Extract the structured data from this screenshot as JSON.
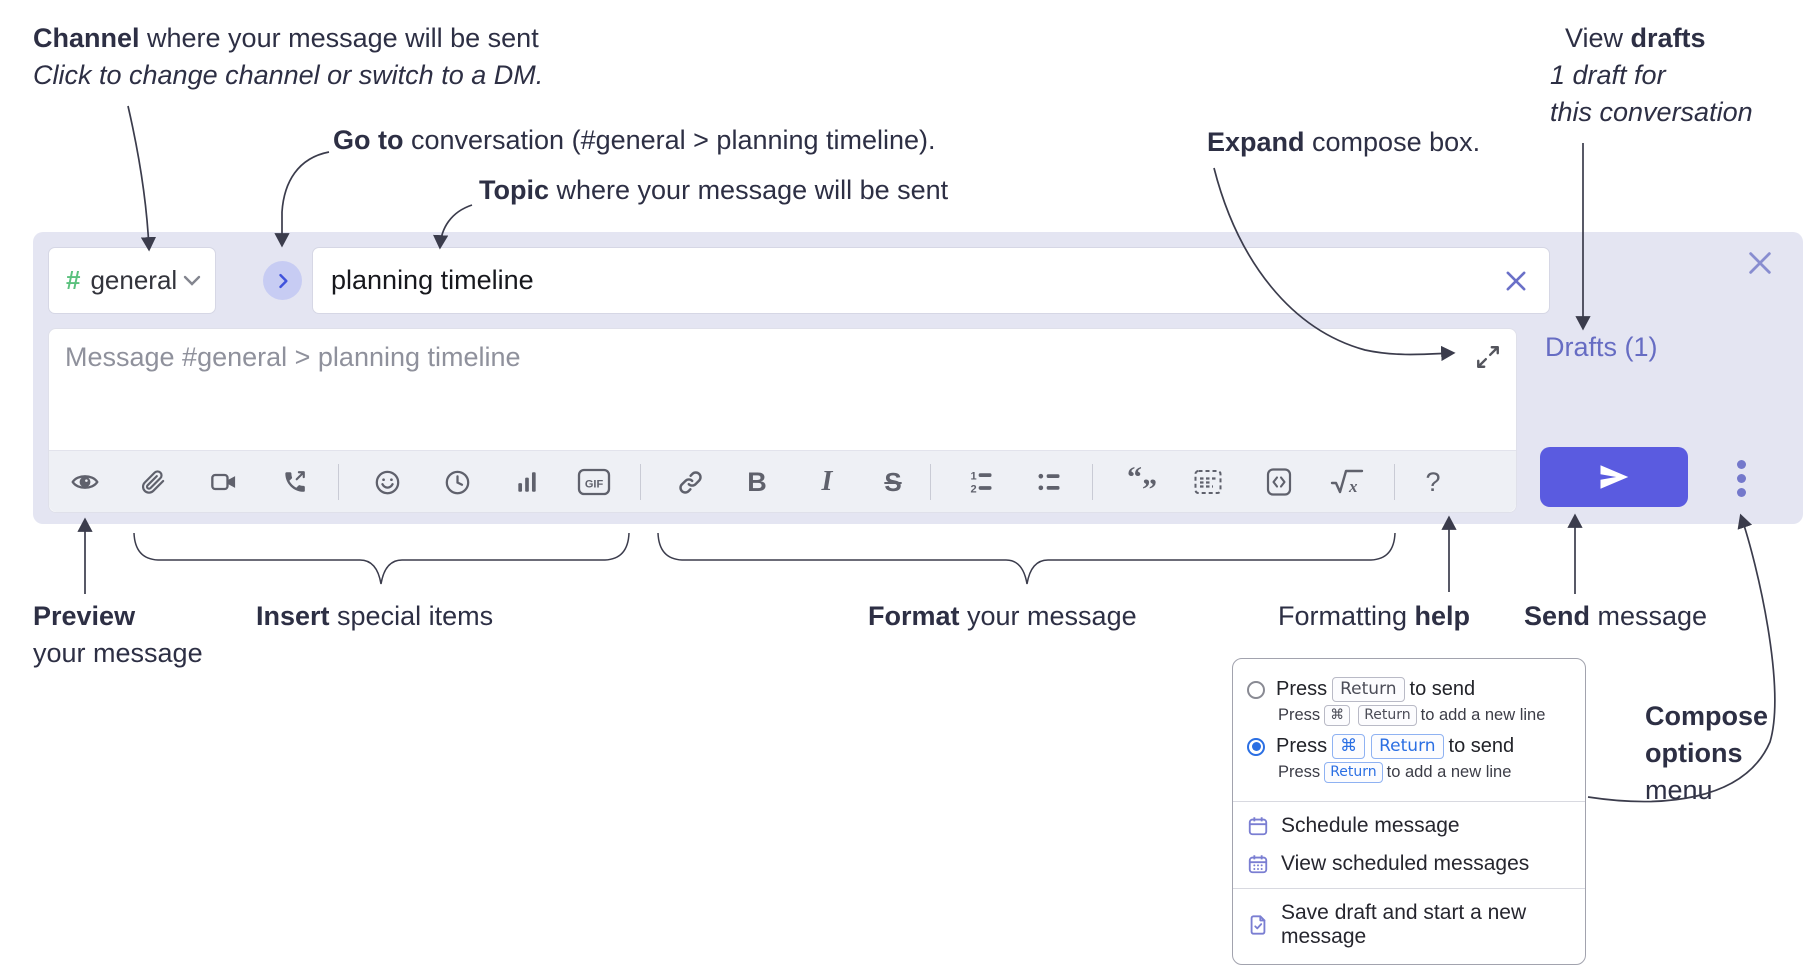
{
  "annotations": {
    "channel": {
      "bold": "Channel",
      "rest": " where your message will be sent",
      "line2": "Click to change channel or switch to a DM."
    },
    "goto": {
      "bold": "Go to",
      "rest": " conversation (#general > planning timeline)."
    },
    "topic": {
      "bold": "Topic",
      "rest": " where your message will be sent"
    },
    "expand": {
      "bold": "Expand",
      "rest": " compose box."
    },
    "view_drafts": {
      "pre": "View ",
      "bold": "drafts",
      "line2": "1 draft for",
      "line3": "this conversation"
    },
    "preview": {
      "bold": "Preview",
      "line2": "your message"
    },
    "insert": {
      "bold": "Insert",
      "rest": " special items"
    },
    "format": {
      "bold": "Format",
      "rest": " your message"
    },
    "formatting_help": {
      "pre": "Formatting ",
      "bold": "help"
    },
    "send": {
      "bold": "Send",
      "rest": " message"
    },
    "compose_options": {
      "line1": "Compose",
      "line2": "options",
      "line3": "menu"
    }
  },
  "compose": {
    "channel_selector": {
      "hash": "#",
      "name": "general"
    },
    "topic_input": {
      "value": "planning timeline"
    },
    "message_input": {
      "placeholder": "Message #general > planning timeline"
    },
    "drafts_link": "Drafts (1)",
    "toolbar": {
      "glyphs": {
        "gif": "GIF",
        "bold": "B",
        "italic": "I",
        "strike": "S",
        "ol1": "1",
        "ol2": "2",
        "quote_open": "“",
        "quote_close": "”",
        "math_x": "x",
        "help": "?"
      },
      "icons": [
        "preview-eye",
        "attach-paperclip",
        "video-call",
        "voice-call",
        "emoji-smiley",
        "time-clock",
        "poll-chart",
        "gif",
        "link",
        "bold",
        "italic",
        "strikethrough",
        "numbered-list",
        "bulleted-list",
        "quote",
        "spoiler",
        "code",
        "math",
        "help"
      ]
    }
  },
  "menu": {
    "option1": {
      "pre": "Press",
      "key": "Return",
      "post": "to send",
      "sub_pre": "Press",
      "sub_key1": "⌘",
      "sub_key2": "Return",
      "sub_post": "to add a new line",
      "selected": false
    },
    "option2": {
      "pre": "Press",
      "key1": "⌘",
      "key2": "Return",
      "post": "to send",
      "sub_pre": "Press",
      "sub_key": "Return",
      "sub_post": "to add a new line",
      "selected": true
    },
    "items": [
      {
        "icon": "calendar-icon",
        "label": "Schedule message"
      },
      {
        "icon": "calendar-view-icon",
        "label": "View scheduled messages"
      },
      {
        "icon": "draft-check-icon",
        "label": "Save draft and start a new message"
      }
    ]
  },
  "colors": {
    "compose_bg": "#e4e5f2",
    "accent_indigo": "#5a5be0",
    "periwinkle": "#6a6fc4",
    "hash_green": "#5bc17e",
    "radio_blue": "#2b6fe3",
    "annotation_ink": "#2d2f44",
    "icon_gray": "#5f616c"
  }
}
